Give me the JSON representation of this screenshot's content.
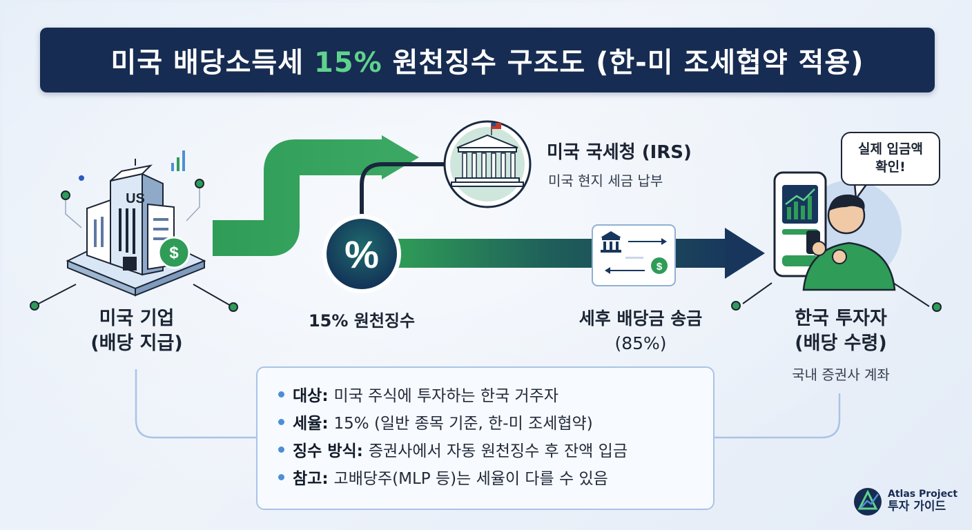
{
  "title": {
    "part1": "미국 배당소득세",
    "highlight": "15%",
    "part2": "원천징수 구조도 (한-미 조세협약 적용)"
  },
  "company": {
    "sign": "US",
    "line1": "미국 기업",
    "line2": "(배당 지급)"
  },
  "withholding": {
    "symbol": "%",
    "label": "15% 원천징수"
  },
  "irs": {
    "title": "미국 국세청 (IRS)",
    "desc": "미국 현지 세금 납부"
  },
  "remit": {
    "line1": "세후 배당금 송금",
    "line2": "(85%)"
  },
  "investor": {
    "line1": "한국 투자자",
    "line2": "(배당 수령)",
    "sub": "국내 증권사 계좌",
    "bubble_line1": "실제 입금액",
    "bubble_line2": "확인!"
  },
  "info": [
    {
      "key": "대상:",
      "value": "미국 주식에 투자하는 한국 거주자"
    },
    {
      "key": "세율:",
      "value": "15% (일반 종목 기준, 한-미 조세협약)"
    },
    {
      "key": "징수 방식:",
      "value": "증권사에서 자동 원천징수 후 잔액 입금"
    },
    {
      "key": "참고:",
      "value": "고배당주(MLP 등)는 세율이 다를 수 있음"
    }
  ],
  "logo": {
    "line1": "Atlas Project",
    "line2": "투자 가이드"
  },
  "colors": {
    "navy": "#172c52",
    "green": "#2f9c57",
    "accent_green": "#5fd38c",
    "light_blue": "#a9c3e6"
  }
}
